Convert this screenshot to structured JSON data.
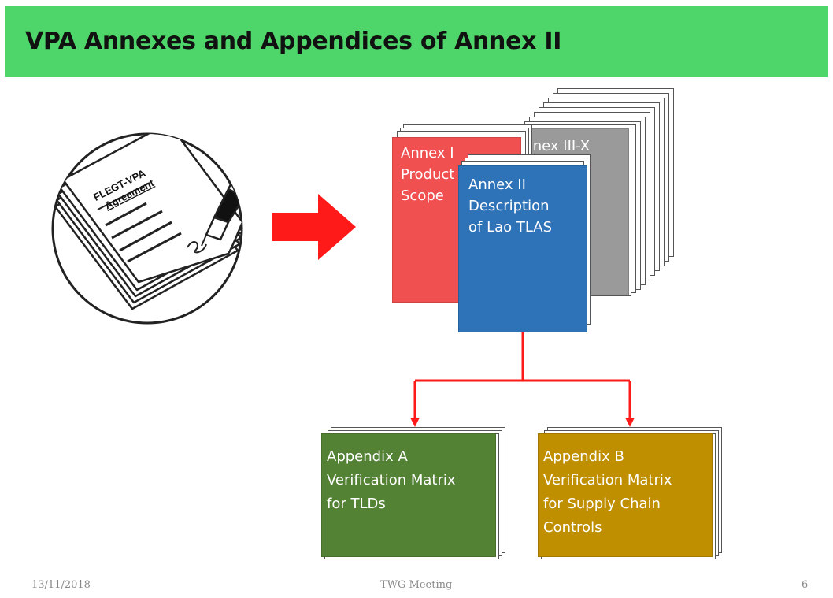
{
  "slide": {
    "title": "VPA Annexes and Appendices of Annex II",
    "colors": {
      "title_bar": "#4fd66a",
      "annex_i": "#f05050",
      "annex_iii_x": "#9a9a9a",
      "annex_ii": "#2e72b8",
      "appendix_a": "#548235",
      "appendix_b": "#bf8f00",
      "arrow": "#ff1a1a"
    }
  },
  "illustration": {
    "doc_title_line1": "FLEGT-VPA",
    "doc_title_line2": "Agreement",
    "icon": "document-signing-pen-icon"
  },
  "annex_iii_x": {
    "label": "Annex III-X"
  },
  "annex_i": {
    "label": "Annex I\nProduct\nScope"
  },
  "annex_ii": {
    "label": "Annex II\nDescription\nof Lao TLAS"
  },
  "appendix_a": {
    "label": "Appendix A\nVerification Matrix\nfor TLDs"
  },
  "appendix_b": {
    "label": "Appendix B\nVerification Matrix\nfor Supply Chain\nControls"
  },
  "footer": {
    "date": "13/11/2018",
    "center": "TWG Meeting",
    "page": "6"
  }
}
